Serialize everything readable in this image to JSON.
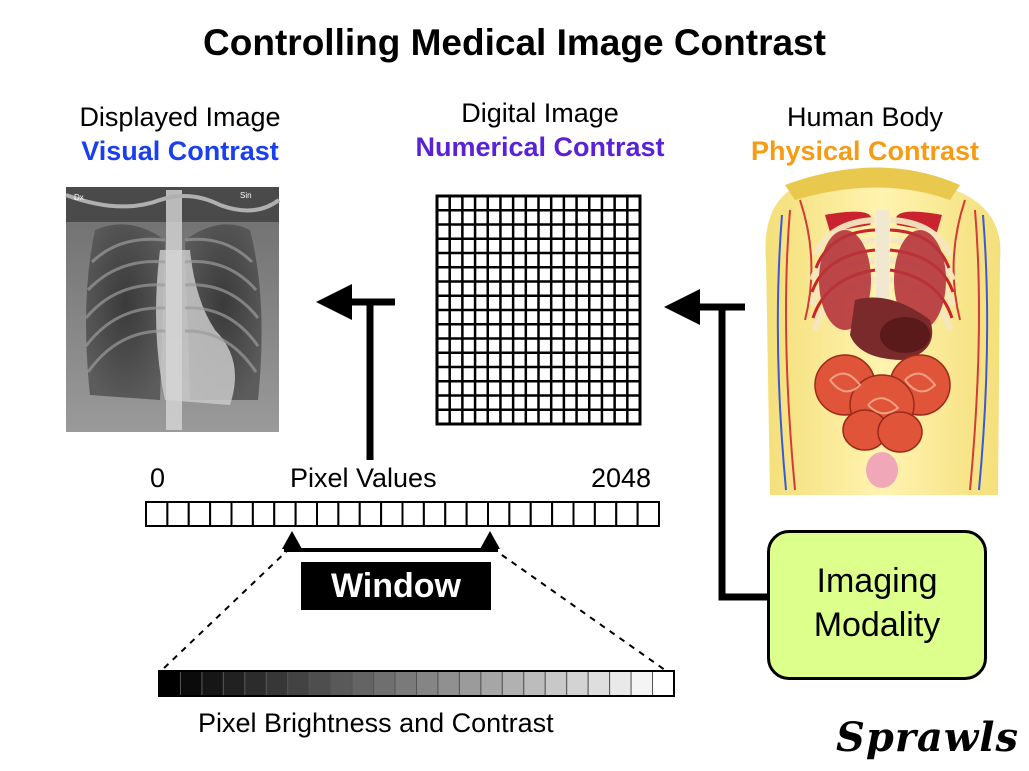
{
  "title": "Controlling Medical Image Contrast",
  "columns": {
    "displayed": {
      "heading": "Displayed Image",
      "subheading": "Visual Contrast",
      "subheading_color": "#1a3ff0"
    },
    "digital": {
      "heading": "Digital Image",
      "subheading": "Numerical Contrast",
      "subheading_color": "#5a22d8"
    },
    "human": {
      "heading": "Human Body",
      "subheading": "Physical Contrast",
      "subheading_color": "#f59b14"
    }
  },
  "xray": {
    "label_left": "Dx",
    "label_right": "Sin"
  },
  "digital_grid": {
    "rows": 16,
    "cols": 16
  },
  "pixel_scale": {
    "label": "Pixel Values",
    "min": "0",
    "max": "2048",
    "cells": 24
  },
  "window": {
    "label": "Window"
  },
  "brightness_scale": {
    "caption": "Pixel Brightness and Contrast",
    "cells": 24
  },
  "modality": {
    "line1": "Imaging",
    "line2": "Modality",
    "fill": "#ddff8c"
  },
  "signature": "Sprawls"
}
